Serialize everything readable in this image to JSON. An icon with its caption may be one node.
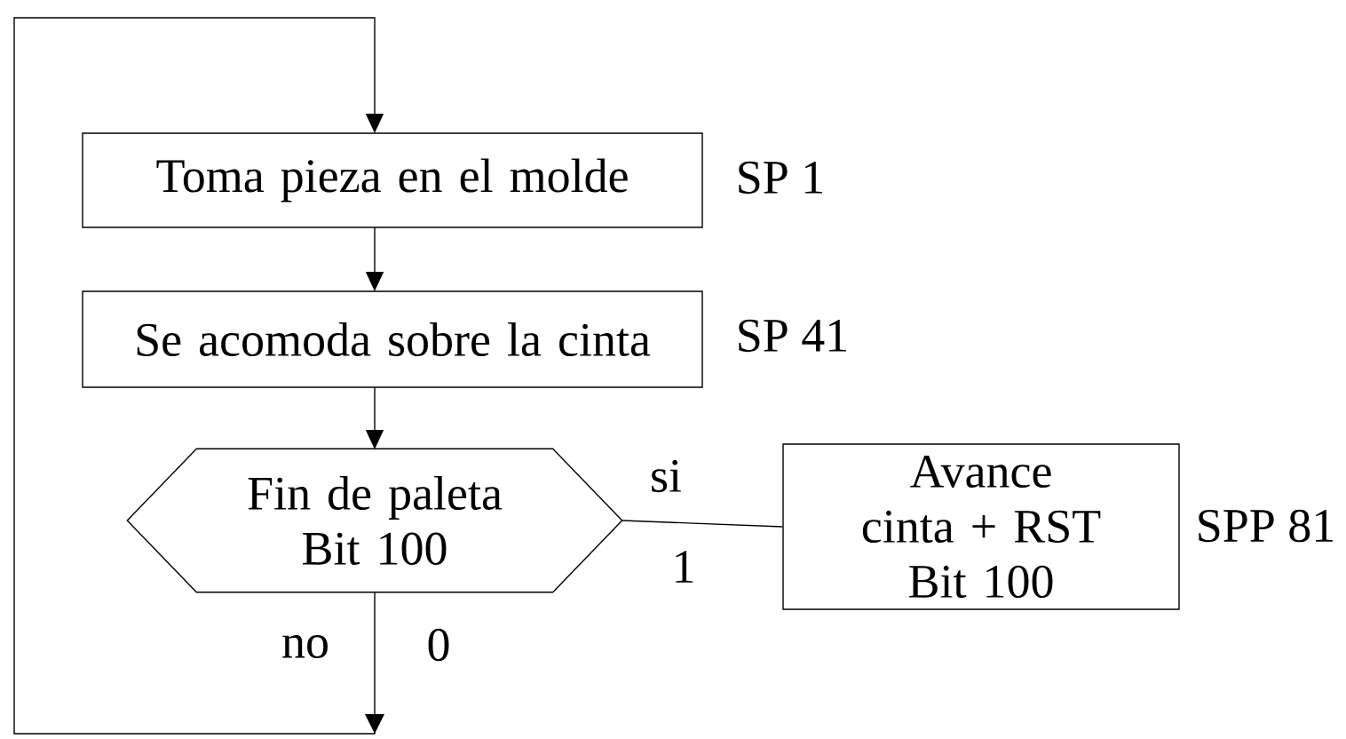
{
  "diagram": {
    "nodes": [
      {
        "text": [
          "Toma pieza en el molde"
        ],
        "beside": [
          "SP 1"
        ]
      },
      {
        "text": [
          "Se acomoda sobre la cinta"
        ],
        "beside": [
          "SP 41"
        ]
      },
      {
        "text": [
          "Fin de paleta Bit 100"
        ]
      },
      {
        "text": [
          "Avance cinta + RST Bit 100"
        ],
        "beside": [
          "SPP 81"
        ]
      }
    ],
    "edges": [
      {
        "from": 0,
        "to": 1,
        "arrow": "to"
      },
      {
        "from": 1,
        "to": 2,
        "arrow": "to"
      },
      {
        "from": 2,
        "to": 3,
        "arrow": "none",
        "label": "si"
      },
      {
        "from": 2,
        "to": 0,
        "arrow": "to",
        "label": "no"
      }
    ],
    "labels": [
      "1",
      "0"
    ]
  }
}
